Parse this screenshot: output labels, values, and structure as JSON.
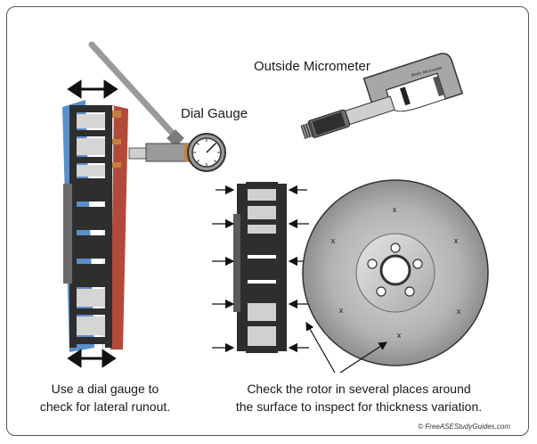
{
  "labels": {
    "outside_micrometer": "Outside Micrometer",
    "dial_gauge": "Dial Gauge",
    "micrometer_engraving": "Metric Micrometer",
    "caption_left": [
      "Use a dial gauge to",
      "check for lateral runout."
    ],
    "caption_right": [
      "Check the rotor in several places around",
      "the surface to inspect for thickness variation."
    ],
    "copyright": "© FreeASEStudyGuides.com"
  },
  "icons": [
    "double-arrow-icon",
    "dial-gauge-icon",
    "micrometer-icon",
    "push-arrow-icon",
    "measure-mark-icon"
  ],
  "colors": {
    "frame": "#555555",
    "rotor_dark": "#2e2e2e",
    "rotor_light": "#bdbdbd",
    "brake_pad_copper": "#c4803f",
    "caliper_blue": "#5a8fc9",
    "caliper_red": "#b24a3a",
    "disc_gray": "#b0b0b0",
    "micrometer_gray": "#a7a7a7"
  }
}
